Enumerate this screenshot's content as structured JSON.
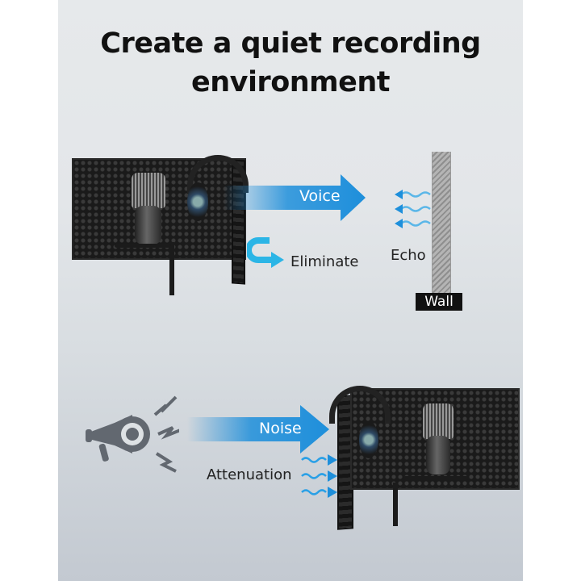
{
  "title": {
    "line1": "Create a quiet recording",
    "line2": "environment"
  },
  "top_scene": {
    "voice_label": "Voice",
    "eliminate_label": "Eliminate",
    "echo_label": "Echo",
    "wall_label": "Wall"
  },
  "bottom_scene": {
    "noise_label": "Noise",
    "attenuation_label": "Attenuation"
  },
  "icons": {
    "voice_arrow": "arrow-right-icon",
    "eliminate_arrow": "u-turn-arrow-icon",
    "echo_waves": "wavy-arrow-left-icon",
    "noise_arrow": "arrow-right-icon",
    "megaphone": "megaphone-icon",
    "attenuation_waves": "wavy-arrow-right-icon"
  },
  "colors": {
    "accent_blue": "#1e8fdb",
    "light_blue": "#3ec3ea",
    "title_text": "#111111",
    "background_top": "#e6e9eb",
    "background_bottom": "#c3c9d1"
  }
}
